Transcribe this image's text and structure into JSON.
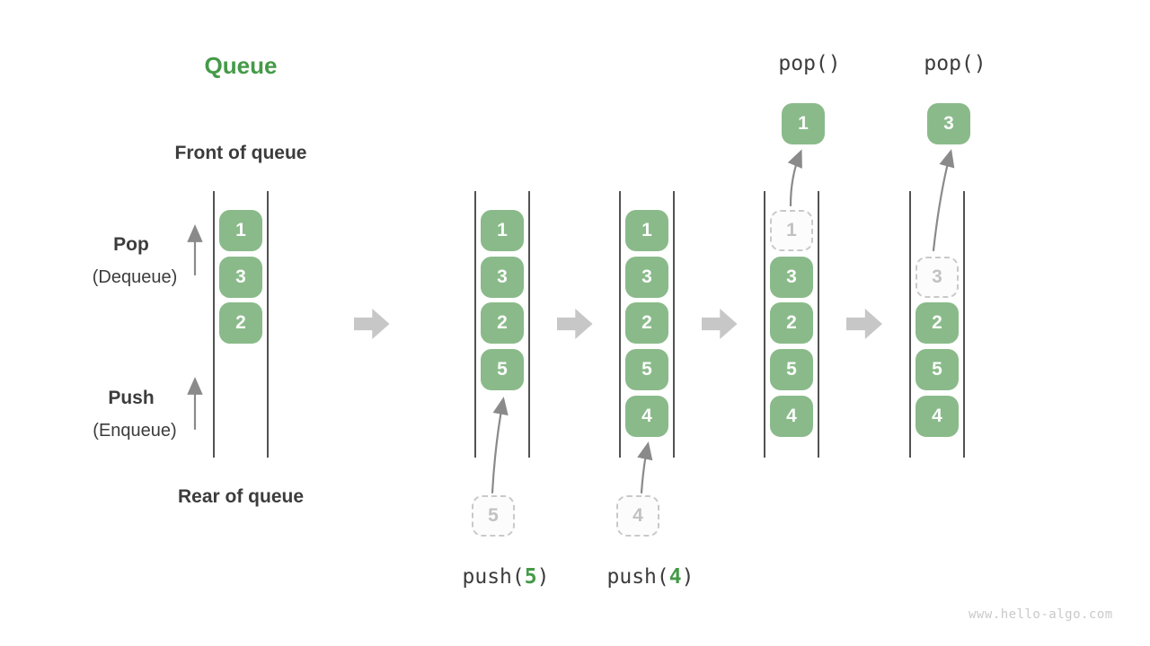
{
  "title": {
    "text": "Queue"
  },
  "side_labels": {
    "front": "Front of queue",
    "rear": "Rear of queue",
    "pop_main": "Pop",
    "pop_sub": "(Dequeue)",
    "push_main": "Push",
    "push_sub": "(Enqueue)"
  },
  "watermark": "www.hello-algo.com",
  "colors": {
    "box_green": "#8aba8a",
    "accent_green": "#449a47",
    "text_dark": "#3c3c3c",
    "rail_gray": "#525252",
    "thin_arrow_gray": "#8a8a8a",
    "block_arrow_gray": "#c7c7c7",
    "dashed_border_gray": "#c9c9c9",
    "dashed_text_gray": "#c2c2c2",
    "box_text": "#fbfdfb"
  },
  "states": [
    {
      "name": "initial-queue",
      "boxes": [
        {
          "slot": 1,
          "value": "1",
          "style": "solid"
        },
        {
          "slot": 2,
          "value": "3",
          "style": "solid"
        },
        {
          "slot": 3,
          "value": "2",
          "style": "solid"
        }
      ]
    },
    {
      "name": "after-push-5",
      "boxes": [
        {
          "slot": 1,
          "value": "1",
          "style": "solid"
        },
        {
          "slot": 2,
          "value": "3",
          "style": "solid"
        },
        {
          "slot": 3,
          "value": "2",
          "style": "solid"
        },
        {
          "slot": 4,
          "value": "5",
          "style": "solid"
        }
      ],
      "push": {
        "value": "5",
        "label_prefix": "push(",
        "label_arg": "5",
        "label_suffix": ")"
      }
    },
    {
      "name": "after-push-4",
      "boxes": [
        {
          "slot": 1,
          "value": "1",
          "style": "solid"
        },
        {
          "slot": 2,
          "value": "3",
          "style": "solid"
        },
        {
          "slot": 3,
          "value": "2",
          "style": "solid"
        },
        {
          "slot": 4,
          "value": "5",
          "style": "solid"
        },
        {
          "slot": 5,
          "value": "4",
          "style": "solid"
        }
      ],
      "push": {
        "value": "4",
        "label_prefix": "push(",
        "label_arg": "4",
        "label_suffix": ")"
      }
    },
    {
      "name": "pop-1",
      "boxes": [
        {
          "slot": 1,
          "value": "1",
          "style": "dashed"
        },
        {
          "slot": 2,
          "value": "3",
          "style": "solid"
        },
        {
          "slot": 3,
          "value": "2",
          "style": "solid"
        },
        {
          "slot": 4,
          "value": "5",
          "style": "solid"
        },
        {
          "slot": 5,
          "value": "4",
          "style": "solid"
        }
      ],
      "pop": {
        "label": "pop()",
        "value": "1"
      }
    },
    {
      "name": "pop-3",
      "boxes": [
        {
          "slot": 2,
          "value": "3",
          "style": "dashed"
        },
        {
          "slot": 3,
          "value": "2",
          "style": "solid"
        },
        {
          "slot": 4,
          "value": "5",
          "style": "solid"
        },
        {
          "slot": 5,
          "value": "4",
          "style": "solid"
        }
      ],
      "pop": {
        "label": "pop()",
        "value": "3"
      }
    }
  ]
}
